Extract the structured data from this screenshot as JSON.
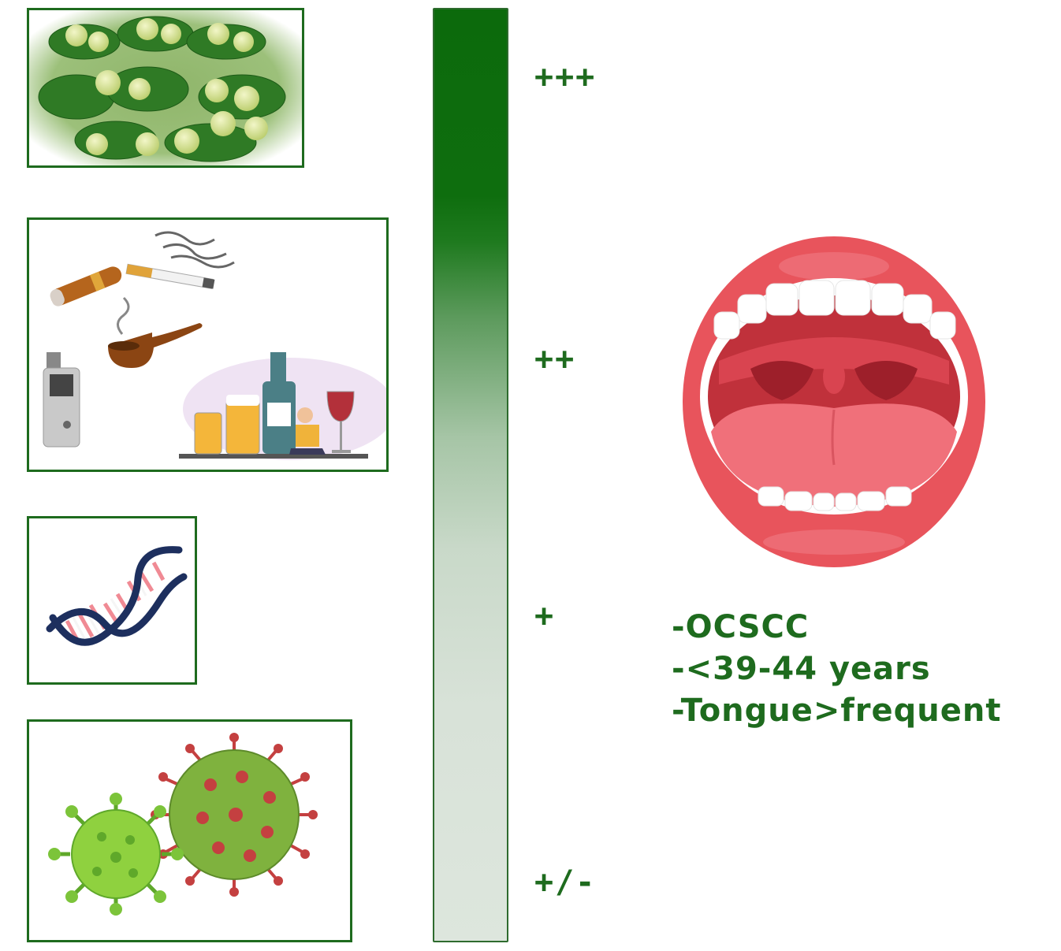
{
  "risk_levels": [
    "+++",
    "++",
    "+",
    "+/-"
  ],
  "risk_factors": [
    {
      "icon": "betel-quid-icon",
      "color": "#3a8a2e"
    },
    {
      "icon": "tobacco-alcohol-icon",
      "color": "#8a5a2e"
    },
    {
      "icon": "dna-helix-icon",
      "color": "#1e2f5c"
    },
    {
      "icon": "virus-icon",
      "color": "#6fb82e"
    }
  ],
  "gradient": {
    "top_color": "#0c6a0c",
    "bottom_color": "#dde6dd"
  },
  "notes": [
    "-OCSCC",
    "-<39-44 years",
    "-Tongue>frequent"
  ],
  "colors": {
    "accent": "#1e6b1e",
    "mouth": "#e8545c"
  }
}
